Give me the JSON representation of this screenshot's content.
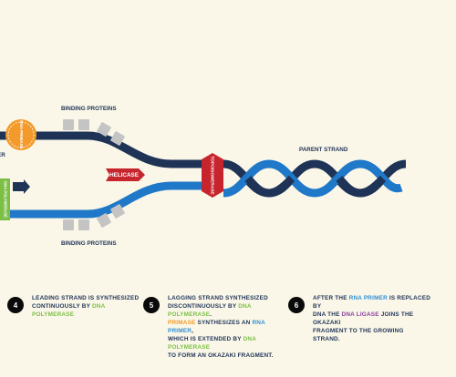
{
  "labels": {
    "binding_proteins_top": "BINDING PROTEINS",
    "binding_proteins_bottom": "BINDING PROTEINS",
    "parent_strand": "PARENT STRAND",
    "helicase": "HELICASE",
    "topoisomerase": "TOPOISOMERASE",
    "rna_primase": "RNA PRIMASE",
    "dna_polymerase": "DNA POLYMERASE",
    "edge_fragment": "ER"
  },
  "steps": [
    {
      "number": "4",
      "lines": [
        [
          {
            "t": "LEADING STRAND IS SYNTHESIZED"
          }
        ],
        [
          {
            "t": "CONTINUOUSLY BY "
          },
          {
            "t": "DNA POLYMERASE",
            "c": "green"
          }
        ]
      ]
    },
    {
      "number": "5",
      "lines": [
        [
          {
            "t": "LAGGING STRAND SYNTHESIZED"
          }
        ],
        [
          {
            "t": "DISCONTINUOUSLY BY "
          },
          {
            "t": "DNA POLYMERASE",
            "c": "green"
          },
          {
            "t": "."
          }
        ],
        [
          {
            "t": "PRIMASE",
            "c": "orange"
          },
          {
            "t": " SYNTHESIZES AN "
          },
          {
            "t": "RNA PRIMER",
            "c": "blue"
          },
          {
            "t": ","
          }
        ],
        [
          {
            "t": "WHICH IS EXTENDED BY "
          },
          {
            "t": "DNA POLYMERASE",
            "c": "green"
          }
        ],
        [
          {
            "t": "TO FORM AN OKAZAKI FRAGMENT."
          }
        ]
      ]
    },
    {
      "number": "6",
      "lines": [
        [
          {
            "t": "AFTER THE "
          },
          {
            "t": "RNA PRIMER",
            "c": "blue"
          },
          {
            "t": " IS REPLACED BY"
          }
        ],
        [
          {
            "t": "DNA THE "
          },
          {
            "t": "DNA LIGASE",
            "c": "purple"
          },
          {
            "t": " JOINS THE OKAZAKI"
          }
        ],
        [
          {
            "t": "FRAGMENT TO THE GROWING STRAND."
          }
        ]
      ]
    }
  ],
  "colors": {
    "background": "#faf7e8",
    "dark_strand": "#1f3357",
    "light_strand": "#1f78c8",
    "protein_block": "#c4c4c4",
    "helicase": "#c7252e",
    "primase": "#f39a2a",
    "polymerase": "#7bbf45",
    "text": "#1f3357"
  }
}
